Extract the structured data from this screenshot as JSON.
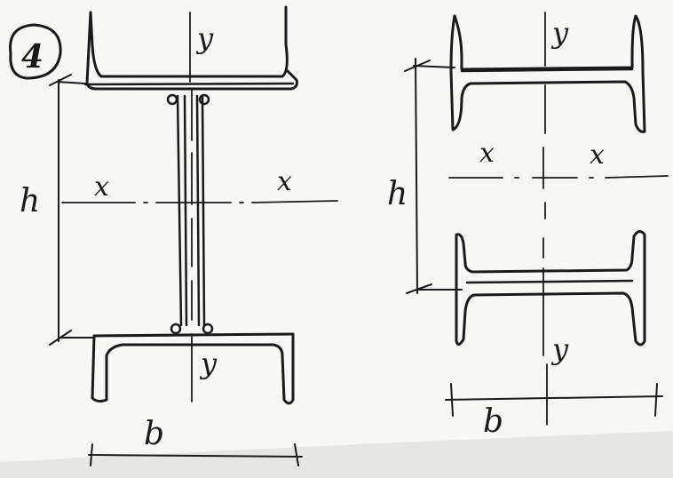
{
  "figure_number": "4",
  "left_section": {
    "axis_y_top": "y",
    "axis_y_bottom": "y",
    "axis_x_left": "x",
    "axis_x_right": "x",
    "height_label": "h",
    "width_label": "b"
  },
  "right_section": {
    "axis_y_top": "y",
    "axis_y_bottom": "y",
    "axis_x_left": "x",
    "axis_x_right": "x",
    "height_label": "h",
    "width_label": "b"
  },
  "colors": {
    "ink": "#1a1a1a",
    "paper": "#f7f7f5"
  }
}
